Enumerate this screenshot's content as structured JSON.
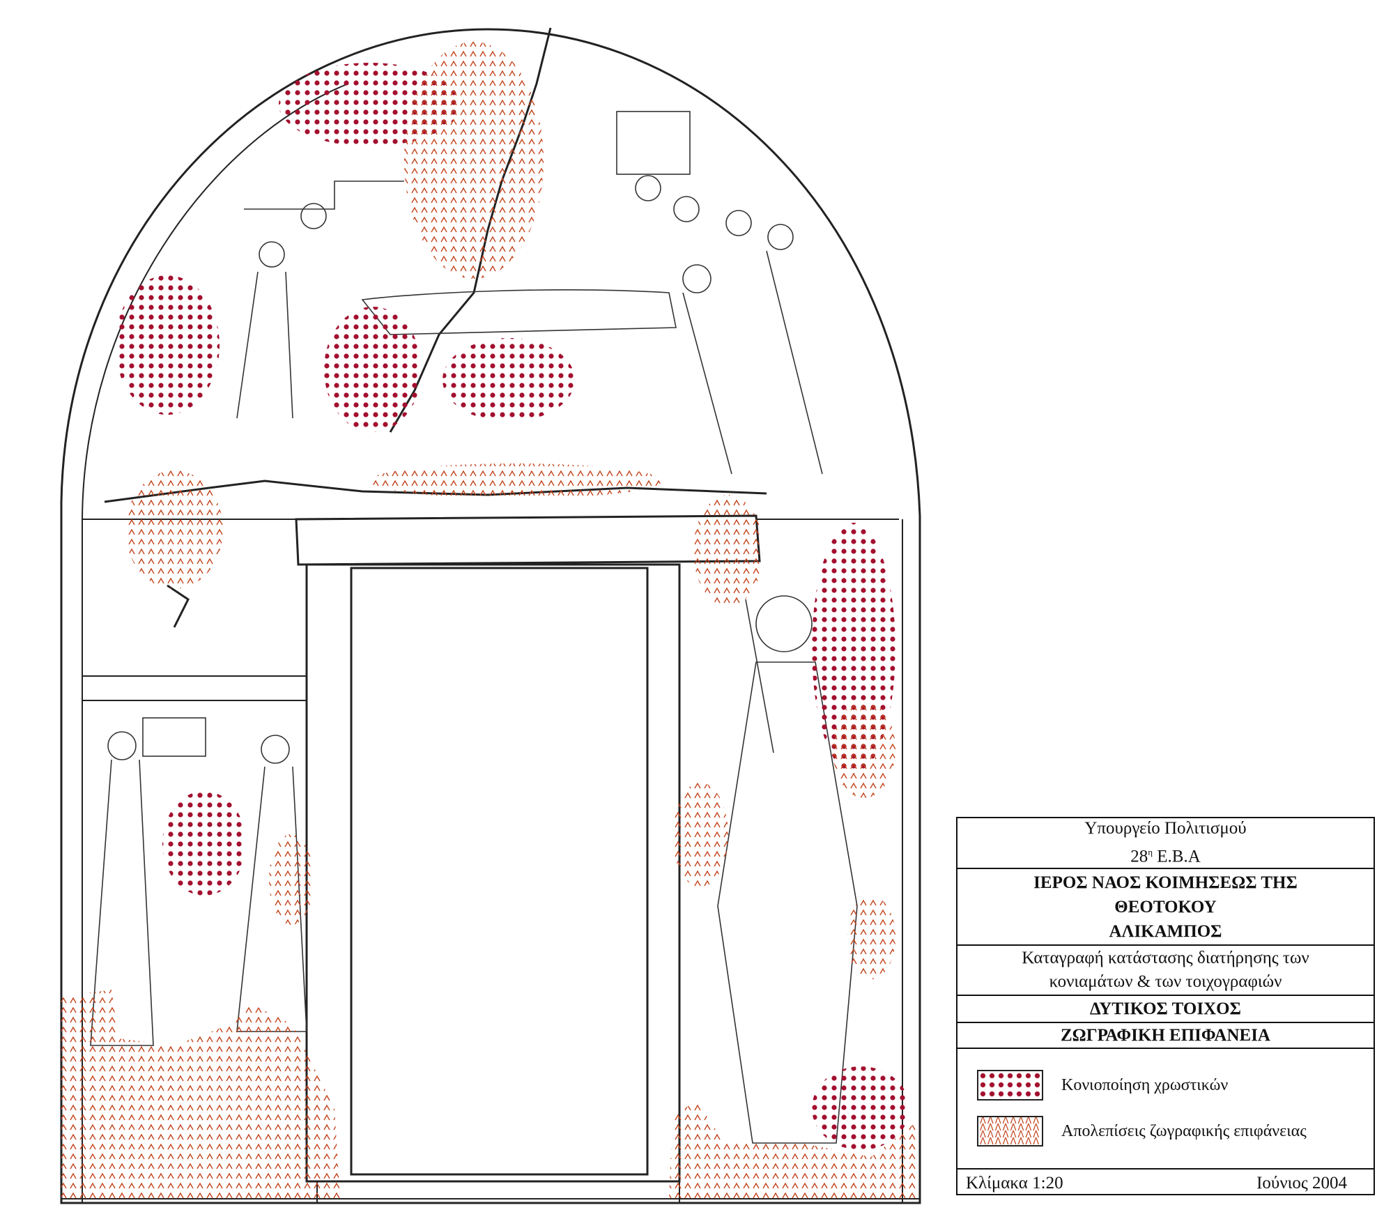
{
  "title_block": {
    "ministry": "Υπουργείο Πολιτισμού",
    "ephorate_number": "28",
    "ephorate_suffix": "η",
    "ephorate_name": "Ε.Β.Α",
    "church_line1": "ΙΕΡΟΣ ΝΑΟΣ ΚΟΙΜΗΣΕΩΣ ΤΗΣ",
    "church_line2": "ΘΕΟΤΟΚΟΥ",
    "location": "ΑΛΙΚΑΜΠΟΣ",
    "subject_line1": "Καταγραφή κατάστασης διατήρησης των",
    "subject_line2": "κονιαμάτων & των τοιχογραφιών",
    "wall": "ΔΥΤΙΚΟΣ ΤΟΙΧΟΣ",
    "surface": "ΖΩΓΡΑΦΙΚΗ ΕΠΙΦΑΝΕΙΑ",
    "legend": [
      {
        "label": "Κονιοποίηση χρωστικών",
        "pattern": "dots",
        "color": "#a3102e"
      },
      {
        "label": "Απολεπίσεις ζωγραφικής επιφάνειας",
        "pattern": "carets",
        "color": "#c2431c",
        "glyphs": "ΛΛΛΛΛΛΛΛ ΛΛΛΛΛΛΛΛ ΛΛΛΛΛΛΛΛ ΛΛΛΛΛΛΛΛ"
      }
    ],
    "scale": "Κλίμακα 1:20",
    "date": "Ιούνιος 2004"
  }
}
